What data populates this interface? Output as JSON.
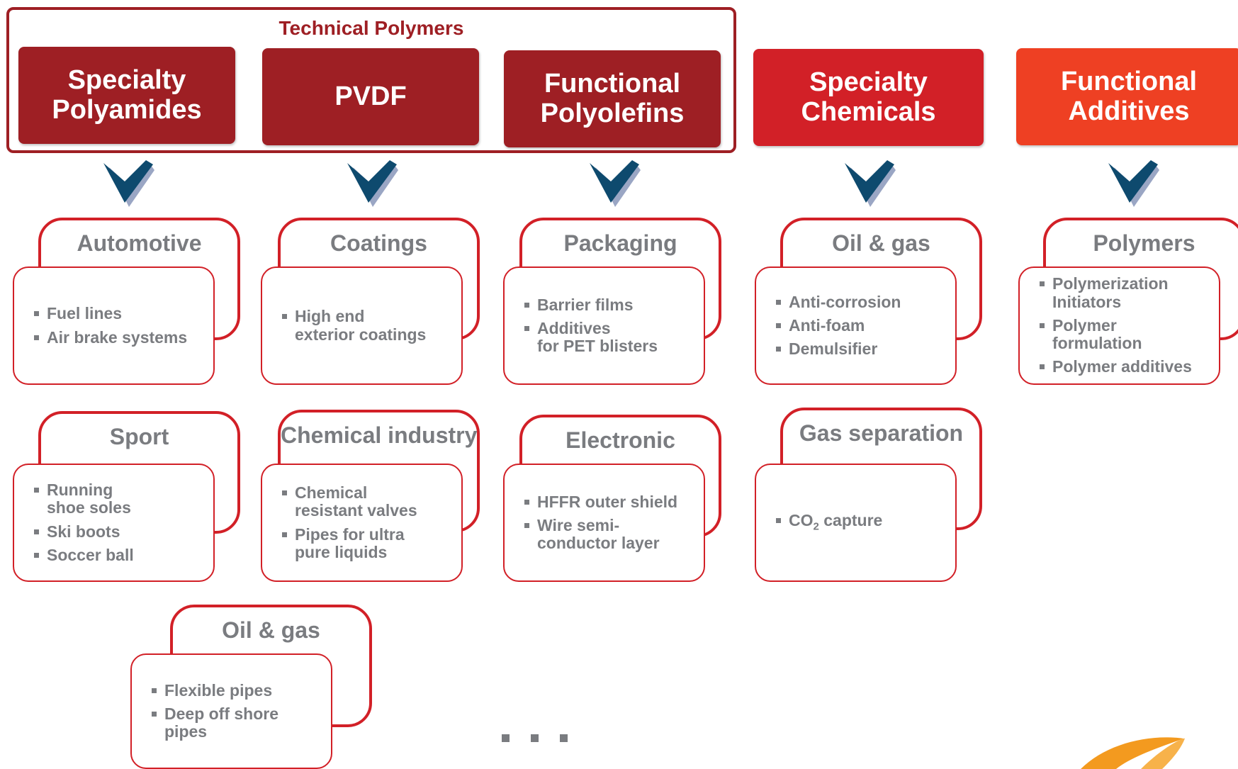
{
  "technical_polymers": {
    "title": "Technical Polymers",
    "units": [
      "Specialty\nPolyamides",
      "PVDF",
      "Functional\nPolyolefins"
    ]
  },
  "business_units": [
    "Specialty\nChemicals",
    "Functional\nAdditives"
  ],
  "colors": {
    "dark_red": "#9e1f24",
    "red": "#d22027",
    "orange": "#ee4023",
    "chevron": "#0e4a6e",
    "text_grey": "#7a7c80"
  },
  "markets": [
    {
      "title": "Automotive",
      "items": [
        "Fuel lines",
        "Air brake systems"
      ]
    },
    {
      "title": "Coatings",
      "items": [
        "High end\nexterior coatings"
      ]
    },
    {
      "title": "Packaging",
      "items": [
        "Barrier films",
        "Additives\nfor PET blisters"
      ]
    },
    {
      "title": "Oil & gas",
      "items": [
        "Anti-corrosion",
        "Anti-foam",
        "Demulsifier"
      ]
    },
    {
      "title": "Polymers",
      "items": [
        "Polymerization\nInitiators",
        "Polymer\nformulation",
        "Polymer additives"
      ]
    },
    {
      "title": "Sport",
      "items": [
        "Running\nshoe soles",
        "Ski boots",
        "Soccer ball"
      ]
    },
    {
      "title": "Chemical industry",
      "items": [
        "Chemical\nresistant valves",
        "Pipes for ultra\npure liquids"
      ]
    },
    {
      "title": "Electronic",
      "items": [
        "HFFR outer shield",
        "Wire semi-\nconductor layer"
      ]
    },
    {
      "title": "Gas separation",
      "items": [
        "CO",
        "2",
        " capture"
      ]
    },
    {
      "title": "Oil & gas",
      "items": [
        "Flexible pipes",
        "Deep off shore\npipes"
      ]
    }
  ],
  "more_indicator": "icon: three dots"
}
